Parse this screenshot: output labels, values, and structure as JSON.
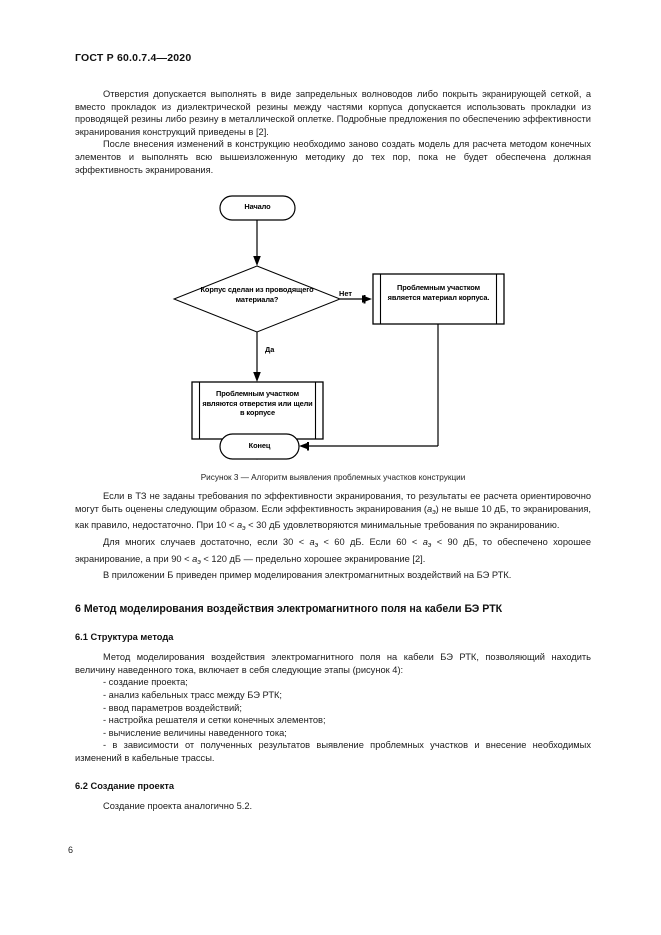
{
  "document": {
    "header": "ГОСТ Р 60.0.7.4—2020",
    "page_number": "6"
  },
  "paragraphs": {
    "p1": "Отверстия допускается выполнять в виде запредельных волноводов либо покрыть экранирующей сеткой, а вместо прокладок из диэлектрической резины между частями корпуса допускается использовать прокладки из проводящей резины либо резину в металлической оплетке. Подробные предложения по обеспечению эффективности экранирования конструкций приведены в [2].",
    "p2": "После внесения изменений в конструкцию необходимо заново создать модель для расчета методом конечных элементов и выполнять всю вышеизложенную методику до тех пор, пока не будет обеспечена должная эффективность экранирования.",
    "p3_a": "Если в ТЗ не заданы требования по эффективности экранирования, то результаты ее расчета ориентировочно могут быть оценены следующим образом. Если эффективность экранирования (",
    "p3_var": "a",
    "p3_sub": "э",
    "p3_b": ") не выше 10 дБ, то экранирования, как правило, недостаточно. При 10 < ",
    "p3_c": " < 30 дБ удовлетворяются минимальные требования по экранированию.",
    "p4_a": "Для многих случаев достаточно, если 30 < ",
    "p4_b": " < 60 дБ. Если 60 < ",
    "p4_c": " < 90 дБ, то обеспечено хорошее экранирование, а при 90 < ",
    "p4_d": " < 120 дБ  — предельно хорошее экранирование [2].",
    "p5": "В приложении Б приведен пример моделирования электромагнитных воздействий на БЭ РТК.",
    "p6": "Метод моделирования воздействия электромагнитного поля на кабели БЭ РТК, позволяющий находить величину наведенного тока, включает в себя следующие этапы (рисунок 4):",
    "p7": "Создание проекта аналогично 5.2."
  },
  "figure": {
    "caption": "Рисунок 3 — Алгоритм выявления проблемных участков конструкции",
    "nodes": {
      "start": "Начало",
      "decision": "Корпус сделан из проводящего материала?",
      "process_right": "Проблемным участком является материал корпуса.",
      "process_bottom": "Проблемным участком являются отверстия или щели в корпусе",
      "end": "Конец"
    },
    "edges": {
      "no": "Нет",
      "yes": "Да"
    },
    "line_color": "#000000"
  },
  "sections": {
    "section6_title": "6  Метод моделирования воздействия электромагнитного поля на кабели БЭ РТК",
    "section61_title": "6.1  Структура метода",
    "section62_title": "6.2  Создание проекта"
  },
  "method_steps": [
    "- создание проекта;",
    "- анализ кабельных трасс между БЭ РТК;",
    "- ввод параметров воздействий;",
    "- настройка решателя и сетки конечных элементов;",
    "- вычисление величины наведенного тока;"
  ],
  "method_last_step": "-  в  зависимости  от  полученных  результатов  выявление  проблемных  участков  и  внесение необходимых изменений в кабельные трассы."
}
